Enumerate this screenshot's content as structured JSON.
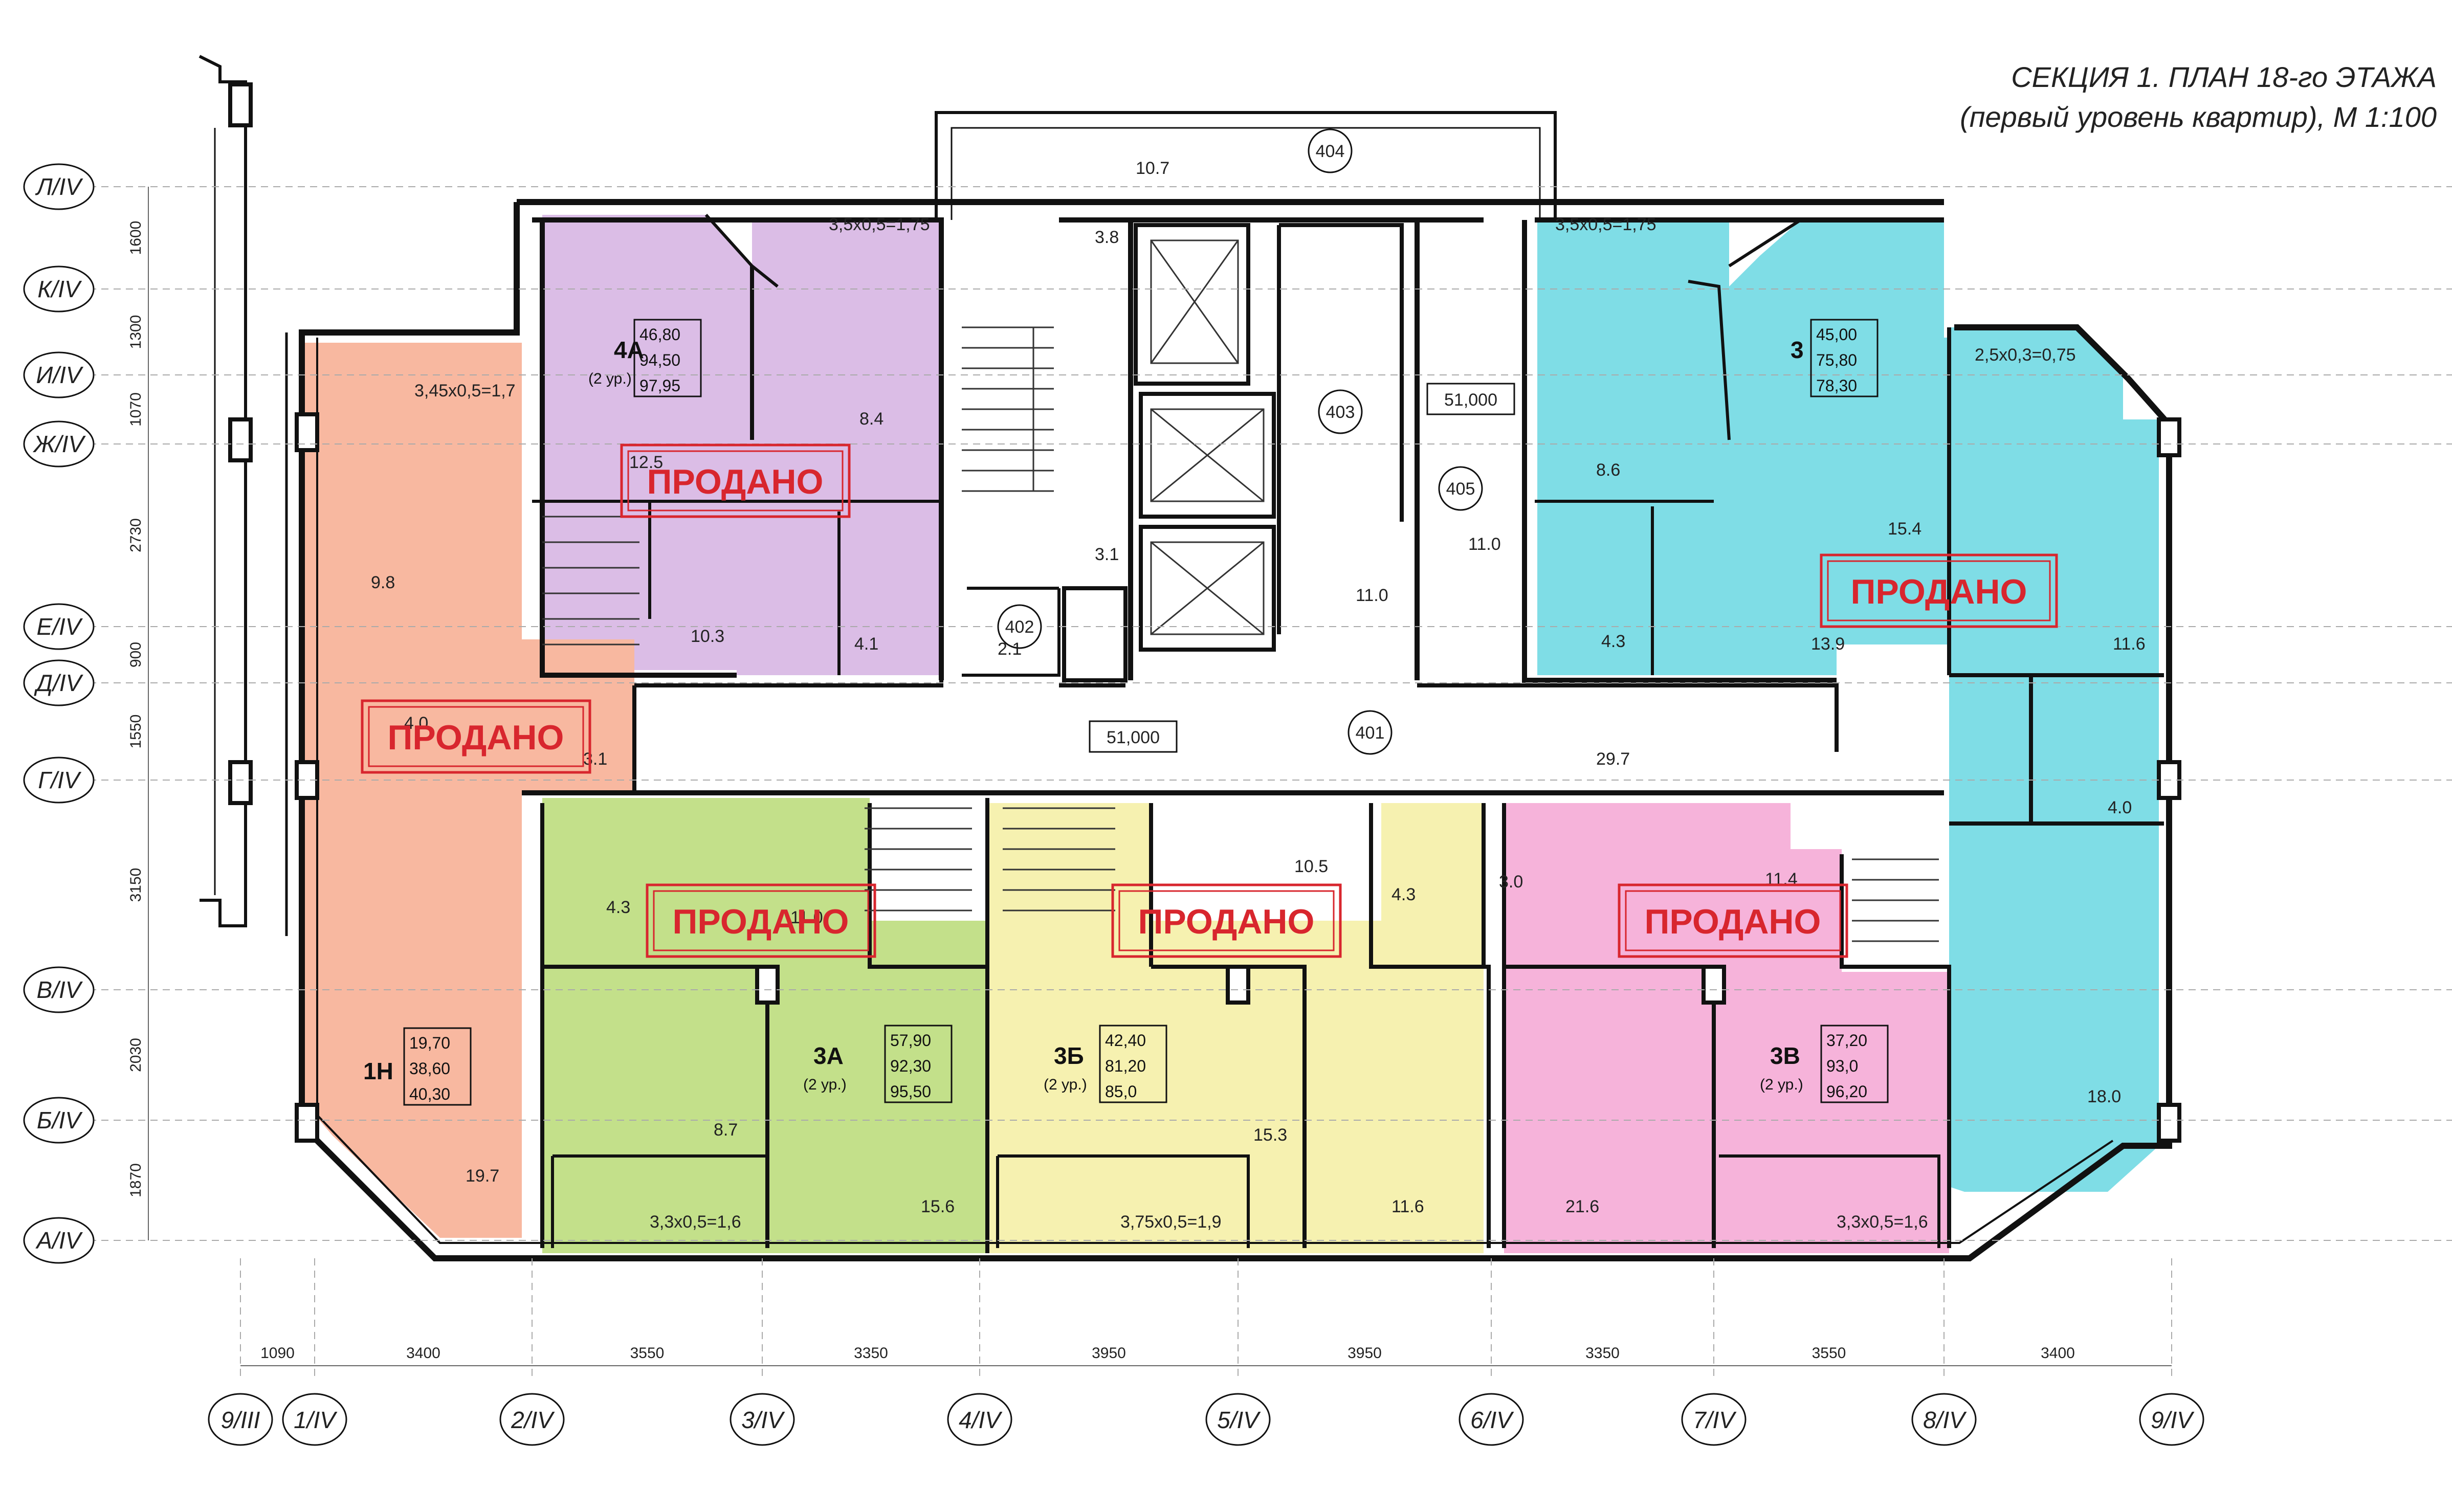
{
  "title_line1": "СЕКЦИЯ 1. ПЛАН  18-го  ЭТАЖА",
  "title_line2": "(первый уровень квартир), М 1:100",
  "sold_label": "ПРОДАНО",
  "colors": {
    "apt_4A": "#dbbde6",
    "apt_3": "#7fdde6",
    "apt_1H": "#f8b8a0",
    "apt_3A": "#c3e08a",
    "apt_3B": "#f6f1b0",
    "apt_3V": "#f6b3da",
    "sold_red": "#d8262e",
    "wall": "#111111"
  },
  "row_axes": [
    "Л/IV",
    "К/IV",
    "И/IV",
    "Ж/IV",
    "Е/IV",
    "Д/IV",
    "Г/IV",
    "В/IV",
    "Б/IV",
    "А/IV"
  ],
  "row_dims": [
    "1600",
    "1300",
    "1070",
    "2730",
    "900",
    "1550",
    "3150",
    "2030",
    "1870"
  ],
  "col_axes": [
    "9/III",
    "1/IV",
    "2/IV",
    "3/IV",
    "4/IV",
    "5/IV",
    "6/IV",
    "7/IV",
    "8/IV",
    "9/IV"
  ],
  "col_dims": [
    "1090",
    "3400",
    "3550",
    "3350",
    "3950",
    "3950",
    "3350",
    "3550",
    "3400"
  ],
  "apartments": {
    "apt_4A": {
      "name": "4А",
      "sub": "(2 ур.)",
      "areas": [
        "46,80",
        "94,50",
        "97,95"
      ]
    },
    "apt_3": {
      "name": "3",
      "sub": "",
      "areas": [
        "45,00",
        "75,80",
        "78,30"
      ]
    },
    "apt_1H": {
      "name": "1Н",
      "sub": "",
      "areas": [
        "19,70",
        "38,60",
        "40,30"
      ]
    },
    "apt_3A": {
      "name": "3А",
      "sub": "(2 ур.)",
      "areas": [
        "57,90",
        "92,30",
        "95,50"
      ]
    },
    "apt_3B": {
      "name": "3Б",
      "sub": "(2 ур.)",
      "areas": [
        "42,40",
        "81,20",
        "85,0"
      ]
    },
    "apt_3V": {
      "name": "3В",
      "sub": "(2 ур.)",
      "areas": [
        "37,20",
        "93,0",
        "96,20"
      ]
    }
  },
  "common_rooms": {
    "r404": "404",
    "r403": "403",
    "r405": "405",
    "r402": "402",
    "r401": "401",
    "level1": "51,000",
    "level2": "51,000",
    "a404": "10.7",
    "a_stair": "3.8",
    "a403": "3.1",
    "a_lift": "11.0",
    "a405": "11.0",
    "a402": "2.1",
    "a401": "29.7"
  },
  "room_areas": {
    "apt4A_bal": "3,5x0,5=1,75",
    "apt4A_kitchen": "8.4",
    "apt4A_living": "12.5",
    "apt4A_hall": "10.3",
    "apt4A_bath": "4.1",
    "apt3_bal": "3,5x0,5=1,75",
    "apt3_bal2": "2,5x0,3=0,75",
    "apt3_kitchen": "8.6",
    "apt3_room": "15.4",
    "apt3_bath": "4.3",
    "apt3_hall": "13.9",
    "apt3_room2": "11.6",
    "apt3_wc": "4.0",
    "apt3_room3": "18.0",
    "apt1H_bal": "3,45x0,5=1,7",
    "apt1H_kitchen": "9.8",
    "apt1H_bath": "4.0",
    "apt1H_hall": "3.1",
    "apt1H_room": "19.7",
    "apt3A_bath": "4.3",
    "apt3A_hall": "11.0",
    "apt3A_kitchen": "8.7",
    "apt3A_room": "15.6",
    "apt3A_bal": "3,3x0,5=1,6",
    "apt3B_hall": "10.5",
    "apt3B_bath": "4.3",
    "apt3B_room": "15.3",
    "apt3B_kitchen": "11.6",
    "apt3B_bal": "3,75x0,5=1,9",
    "apt3V_bath": "3.0",
    "apt3V_hall": "11.4",
    "apt3V_room": "21.6",
    "apt3V_bal": "3,3x0,5=1,6"
  }
}
